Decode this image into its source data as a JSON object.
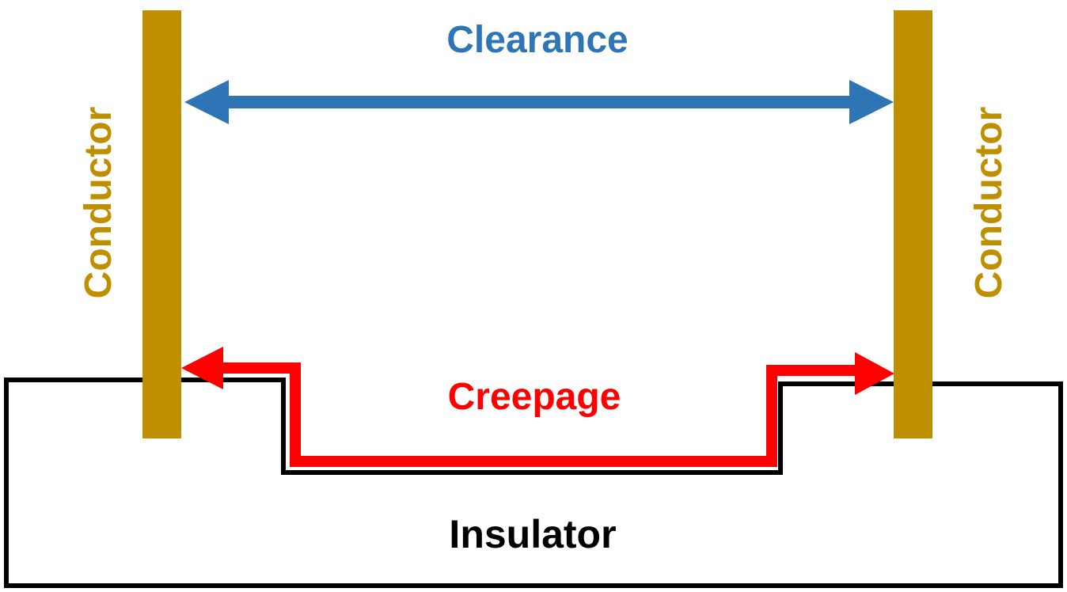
{
  "labels": {
    "clearance": "Clearance",
    "creepage": "Creepage",
    "insulator": "Insulator",
    "conductor_left": "Conductor",
    "conductor_right": "Conductor"
  },
  "colors": {
    "clearance": "#2E75B6",
    "creepage": "#FF0000",
    "conductor": "#BF8F00",
    "insulator_outline": "#000000",
    "background": "#FFFFFF"
  }
}
